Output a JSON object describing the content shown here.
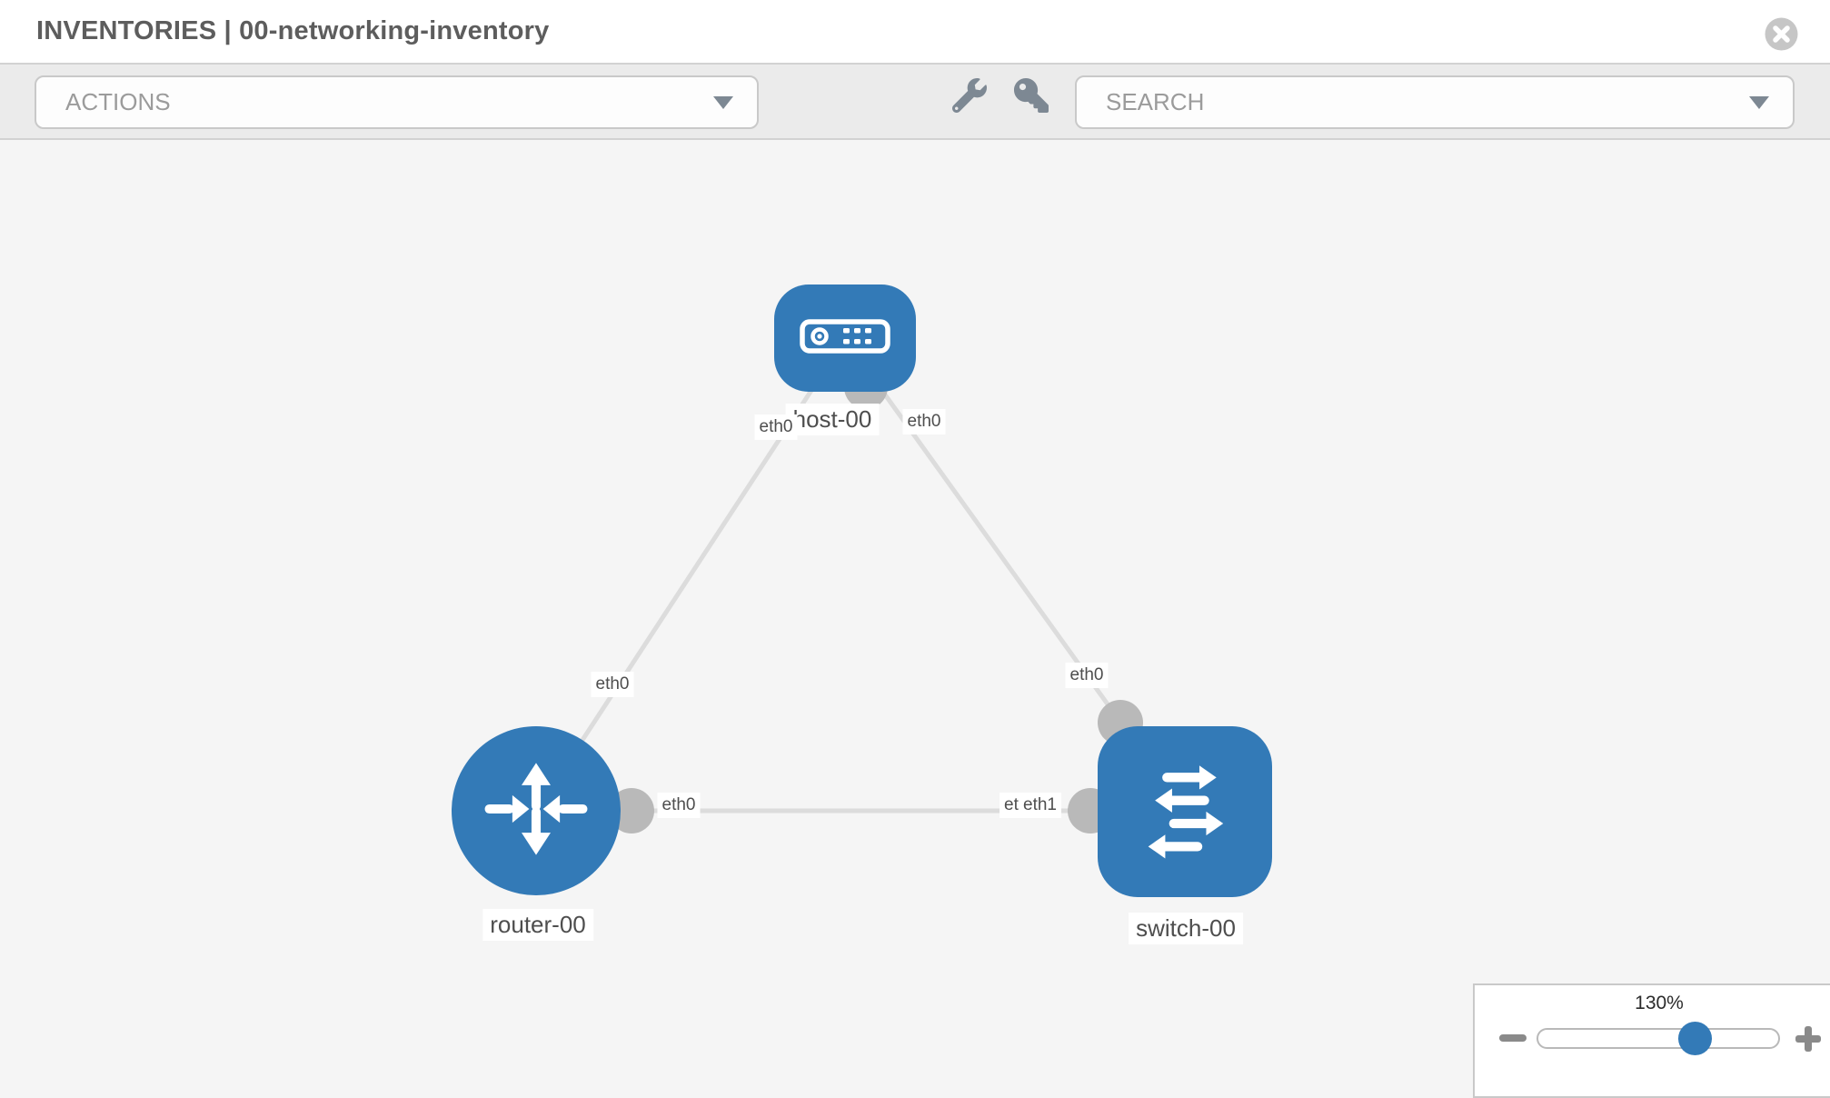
{
  "header": {
    "title": "INVENTORIES | 00-networking-inventory",
    "close_icon": "times-circle"
  },
  "toolbar": {
    "actions_placeholder": "ACTIONS",
    "search_placeholder": "SEARCH",
    "tools": [
      {
        "icon": "wrench-icon"
      },
      {
        "icon": "key-icon"
      }
    ]
  },
  "diagram": {
    "nodes": [
      {
        "label": "host-00",
        "type": "host"
      },
      {
        "label": "router-00",
        "type": "router"
      },
      {
        "label": "switch-00",
        "type": "switch"
      }
    ],
    "links": [
      {
        "from": "host-00",
        "from_if": "eth0",
        "to": "router-00",
        "to_if": "eth0"
      },
      {
        "from": "host-00",
        "from_if": "eth0",
        "to": "switch-00",
        "to_if": "eth0"
      },
      {
        "from": "router-00",
        "from_if": "eth0",
        "to": "switch-00",
        "to_if": "eth1"
      }
    ],
    "interface_labels": {
      "host_left": "eth0",
      "host_right": "eth0",
      "router_top": "eth0",
      "switch_top": "eth0",
      "router_right": "eth0",
      "switch_left_under": "eth0",
      "switch_left_over": "eth1"
    }
  },
  "zoom_control": {
    "level": "130%",
    "minus_icon": "minus",
    "plus_icon": "plus"
  },
  "colors": {
    "node_blue": "#337ab7",
    "link_gray": "#dcdcdc",
    "bubble_gray": "#b9b9b9",
    "toolbar_gray": "#ebebeb",
    "canvas_gray": "#f5f5f5"
  }
}
